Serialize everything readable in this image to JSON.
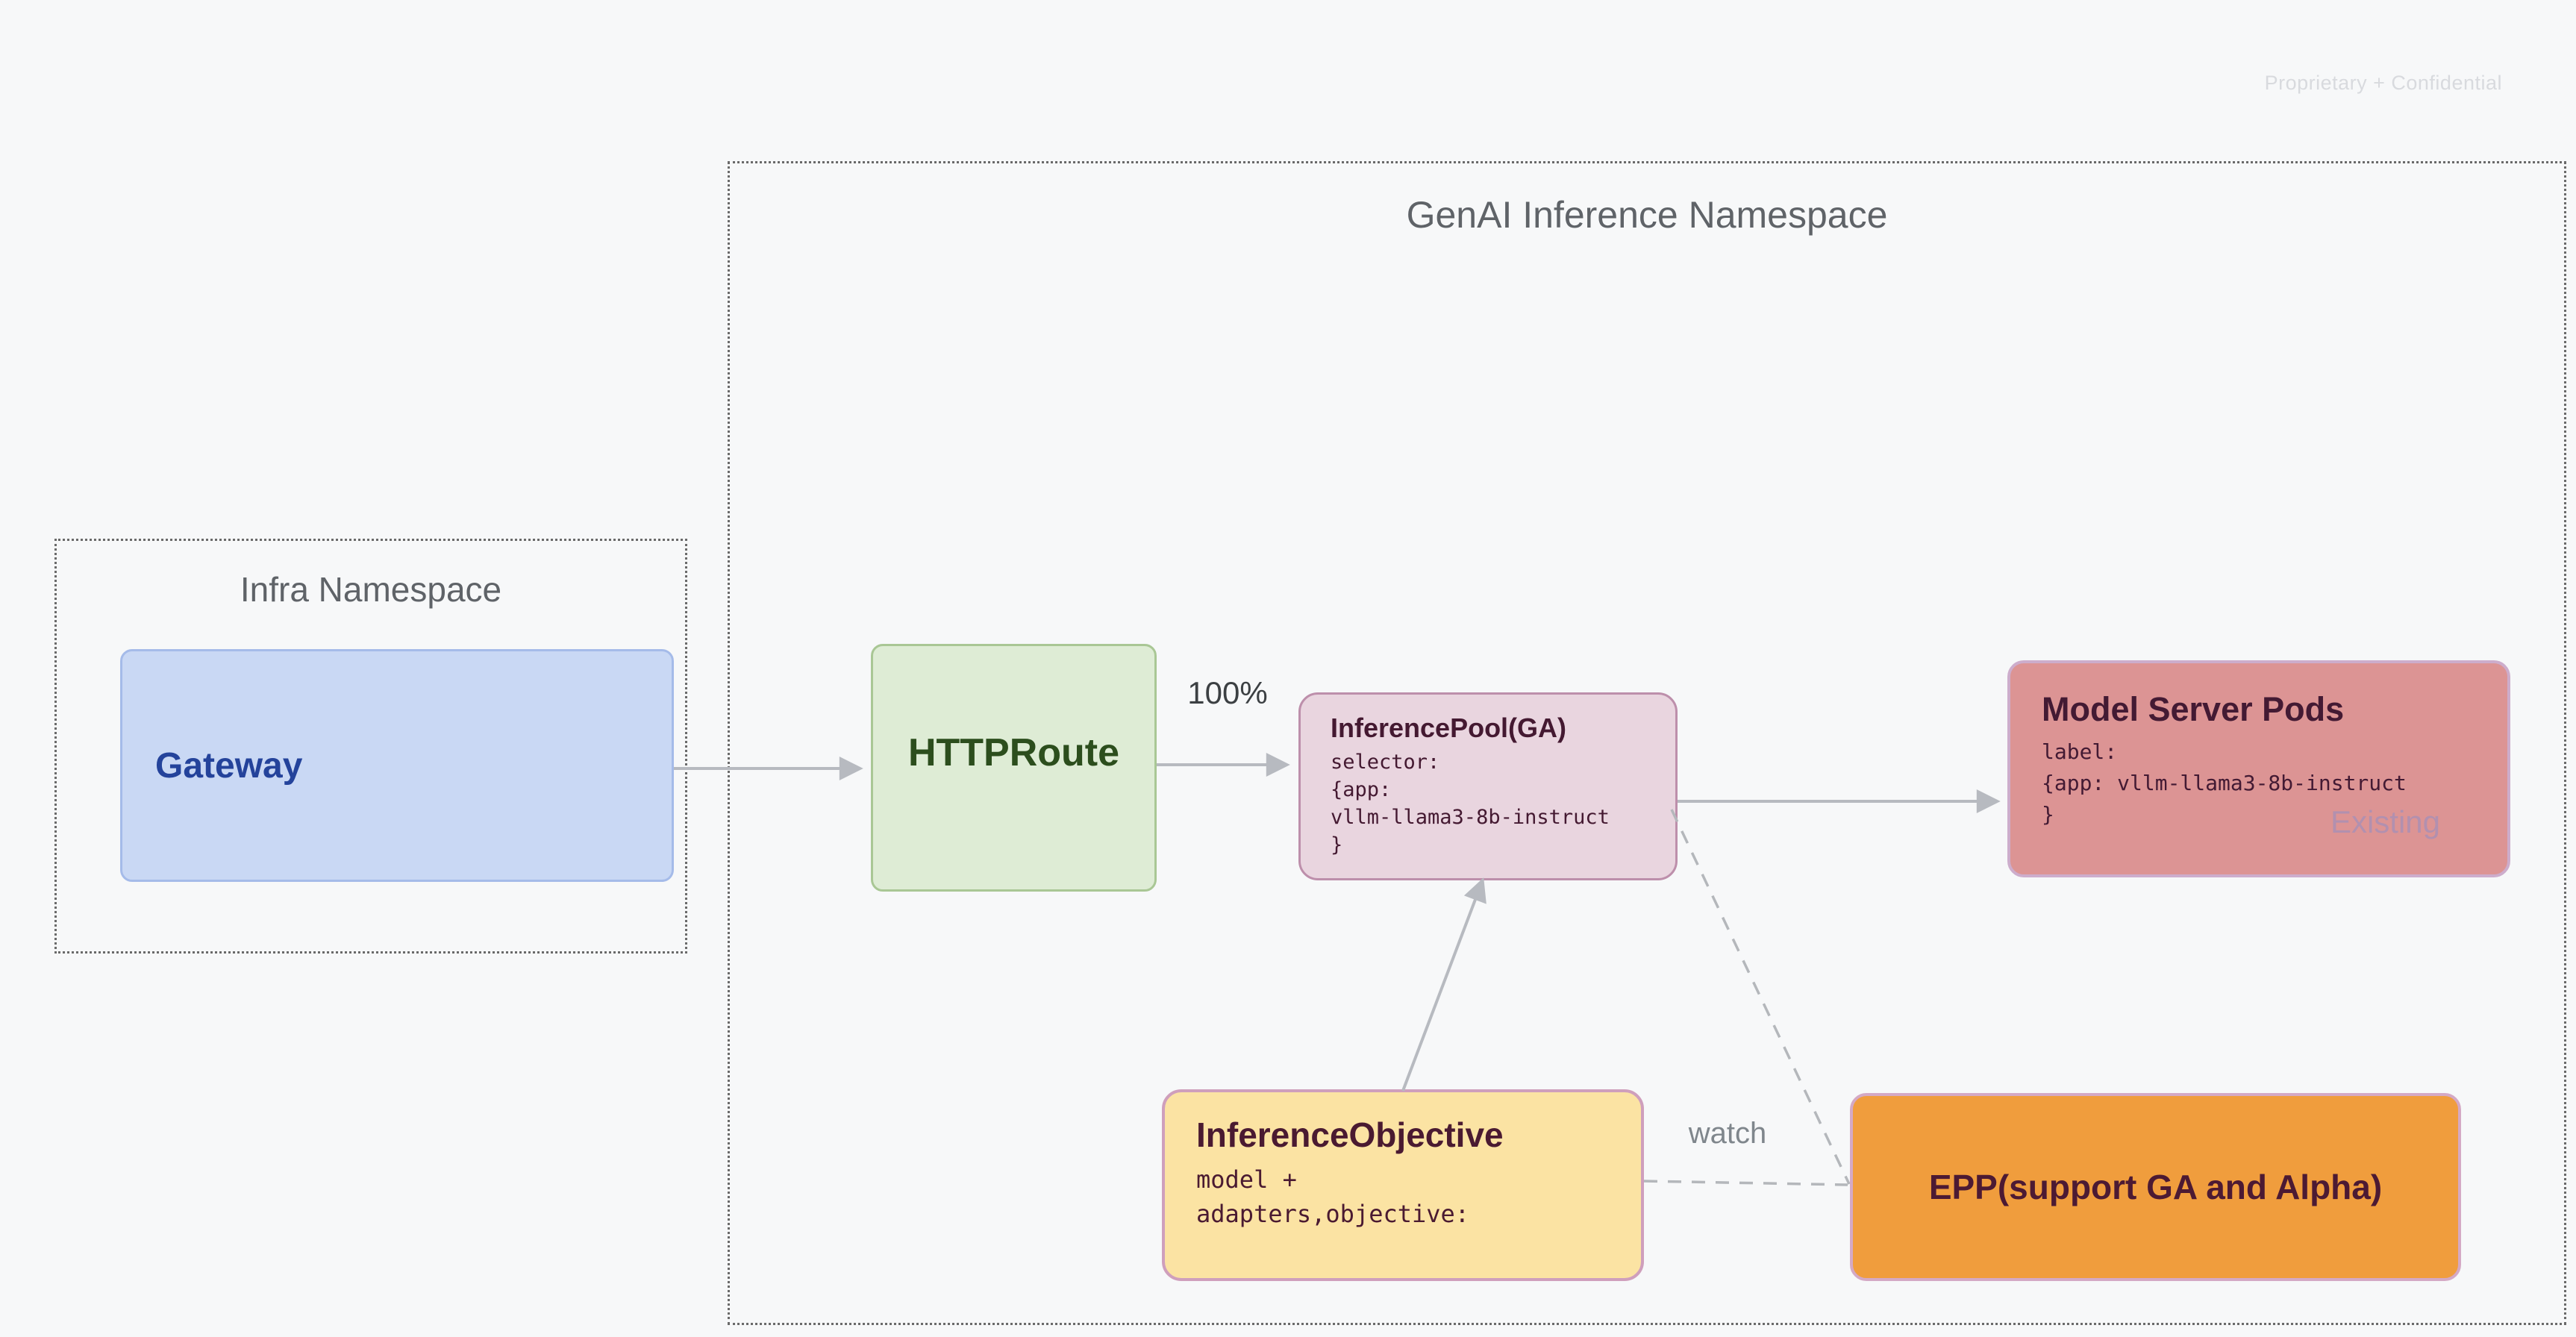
{
  "page": {
    "watermark": "Proprietary + Confidential"
  },
  "infra_namespace": {
    "title": "Infra Namespace",
    "gateway_label": "Gateway"
  },
  "genai_namespace": {
    "title": "GenAI Inference Namespace",
    "httproute_label": "HTTPRoute",
    "inference_pool": {
      "title": "InferencePool(GA)",
      "code": [
        "selector:",
        "{app:",
        "vllm-llama3-8b-instruct",
        "}"
      ]
    },
    "model_server_pods": {
      "title": "Model Server Pods",
      "code": [
        "label:",
        "{app: vllm-llama3-8b-instruct",
        "}"
      ],
      "status_tag": "Existing"
    },
    "inference_objective": {
      "title": "InferenceObjective",
      "code": [
        "model +",
        "adapters,objective:"
      ]
    },
    "epp_label": "EPP(support GA and Alpha)"
  },
  "edges": {
    "route_weight_label": "100%",
    "watch_label": "watch"
  },
  "colors": {
    "background": "#f7f8f9",
    "namespace_border": "#6a6a6a",
    "namespace_title": "#5f6368",
    "gateway_fill": "#c9d8f4",
    "gateway_border": "#a5bbe9",
    "gateway_text": "#24439b",
    "httproute_fill": "#deecd5",
    "httproute_border": "#a9c795",
    "httproute_text": "#2c4e1d",
    "inference_pool_fill": "#e9d5df",
    "inference_pool_border": "#bd8fab",
    "inference_pool_text": "#441931",
    "model_server_pods_fill": "#dc9494",
    "model_server_pods_border": "#cdadcc",
    "model_server_pods_text": "#431a33",
    "existing_text": "#b290af",
    "inference_objective_fill": "#fbe3a3",
    "inference_objective_border": "#cf9fbc",
    "inference_objective_text": "#4a1a31",
    "epp_fill": "#f09d3d",
    "epp_border": "#d4a9c5",
    "epp_text": "#4c1a33",
    "arrow": "#b7bac0",
    "edge_label_text": "#3c4043",
    "watch_label_text": "#7f868c",
    "watermark_text": "#d8dade"
  }
}
